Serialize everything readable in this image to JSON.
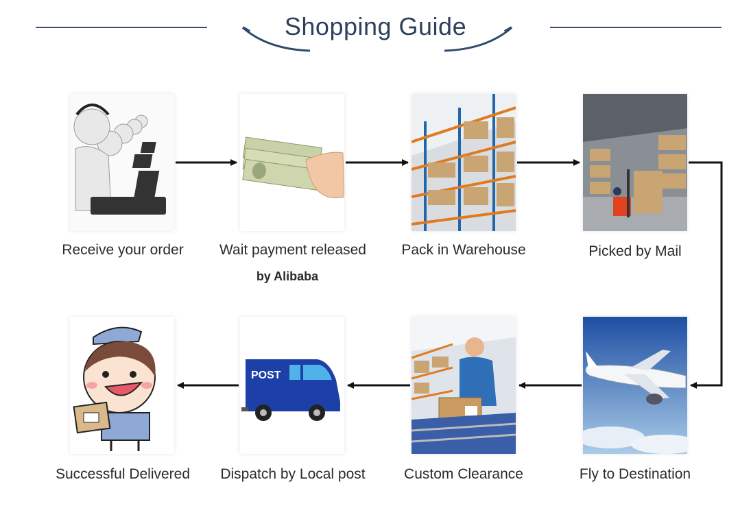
{
  "title": "Shopping Guide",
  "colors": {
    "title": "#2f3f5c",
    "arrow": "#111111"
  },
  "steps": [
    {
      "label": "Receive your order",
      "sublabel": "",
      "icon": "customer-service-agents-illustration"
    },
    {
      "label": "Wait payment released",
      "sublabel": "by Alibaba",
      "icon": "cash-in-hand-photo"
    },
    {
      "label": "Pack in Warehouse",
      "sublabel": "",
      "icon": "warehouse-shelves-photo"
    },
    {
      "label": "Picked by Mail",
      "sublabel": "",
      "icon": "forklift-warehouse-photo"
    },
    {
      "label": "Fly to Destination",
      "sublabel": "",
      "icon": "airplane-photo"
    },
    {
      "label": "Custom Clearance",
      "sublabel": "",
      "icon": "worker-packing-box-photo"
    },
    {
      "label": "Dispatch by Local post",
      "sublabel": "",
      "icon": "post-van-illustration"
    },
    {
      "label": "Successful Delivered",
      "sublabel": "",
      "icon": "delivery-boy-cartoon"
    }
  ],
  "van_text": "POST"
}
